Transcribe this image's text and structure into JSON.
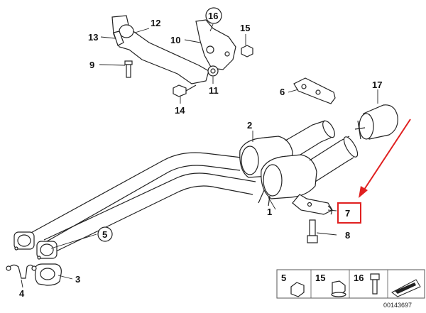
{
  "callouts": {
    "p1": "1",
    "p2": "2",
    "p3": "3",
    "p4": "4",
    "p5": "5",
    "p6": "6",
    "p7": "7",
    "p8": "8",
    "p9": "9",
    "p10": "10",
    "p11": "11",
    "p12": "12",
    "p13": "13",
    "p14": "14",
    "p15": "15",
    "p16": "16",
    "p17": "17"
  },
  "legend": {
    "item_a": "5",
    "item_b": "15",
    "item_c": "16"
  },
  "diagram_id": "00143697",
  "colors": {
    "highlight": "#e02020",
    "line": "#222222",
    "legend_bg": "#f2f2f2"
  }
}
